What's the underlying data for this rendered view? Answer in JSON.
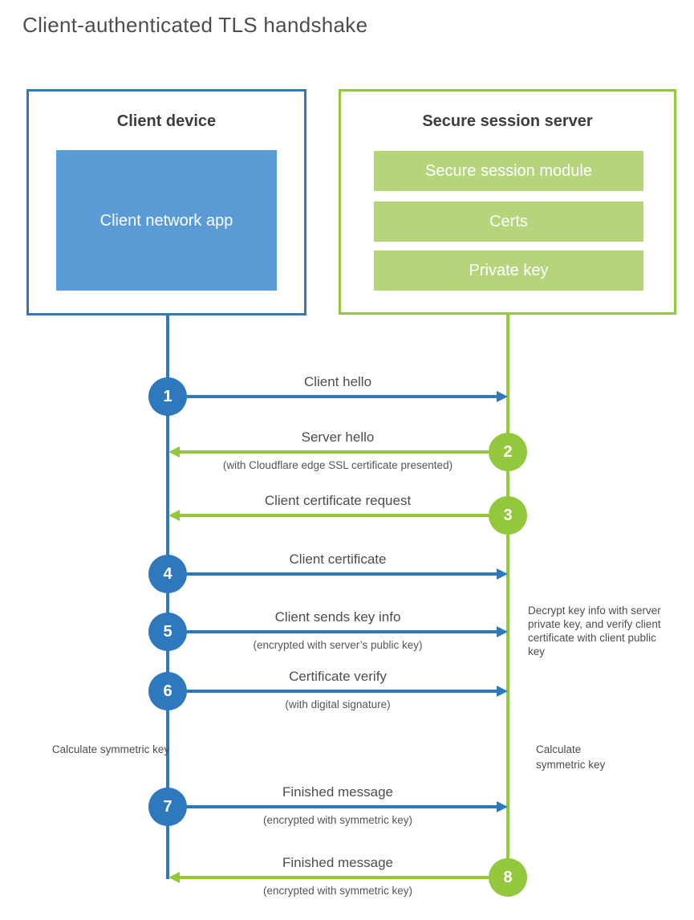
{
  "title": "Client-authenticated TLS handshake",
  "colors": {
    "client_accent": "#2e79bd",
    "client_fill": "#5b9bd5",
    "server_accent": "#93c83c",
    "server_fill": "#b6d57a",
    "heading_text": "#3d3d3d",
    "body_text": "#4d4d4d"
  },
  "client_box": {
    "title": "Client device",
    "inner_label": "Client network app"
  },
  "server_box": {
    "title": "Secure session server",
    "modules": [
      "Secure session module",
      "Certs",
      "Private key"
    ]
  },
  "steps": [
    {
      "num": "1",
      "actor": "client",
      "direction": "right",
      "label": "Client hello",
      "sublabel": ""
    },
    {
      "num": "2",
      "actor": "server",
      "direction": "left",
      "label": "Server hello",
      "sublabel": "(with Cloudflare edge SSL certificate presented)"
    },
    {
      "num": "3",
      "actor": "server",
      "direction": "left",
      "label": "Client certificate request",
      "sublabel": ""
    },
    {
      "num": "4",
      "actor": "client",
      "direction": "right",
      "label": "Client certificate",
      "sublabel": ""
    },
    {
      "num": "5",
      "actor": "client",
      "direction": "right",
      "label": "Client sends key info",
      "sublabel": "(encrypted with server’s public key)"
    },
    {
      "num": "6",
      "actor": "client",
      "direction": "right",
      "label": "Certificate verify",
      "sublabel": "(with digital signature)"
    },
    {
      "num": "7",
      "actor": "client",
      "direction": "right",
      "label": "Finished message",
      "sublabel": "(encrypted with symmetric key)"
    },
    {
      "num": "8",
      "actor": "server",
      "direction": "left",
      "label": "Finished message",
      "sublabel": "(encrypted with symmetric key)"
    }
  ],
  "annotations": {
    "decrypt_note": "Decrypt key info with server private key, and verify client certificate with client public key",
    "calc_left": "Calculate symmetric key",
    "calc_right": "Calculate symmetric key"
  }
}
